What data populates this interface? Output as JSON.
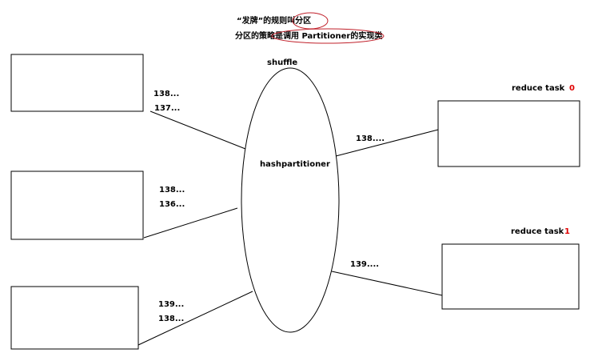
{
  "notes": {
    "line1_prefix": "“发牌”的规则叫",
    "line1_marked": "分区",
    "line2_prefix": "分区的策略是调用 ",
    "line2_marked": "Partitioner的实现类"
  },
  "shuffle": {
    "label": "shuffle",
    "partitioner": "hashpartitioner"
  },
  "map_outputs": [
    {
      "keys": [
        "138...",
        "137..."
      ]
    },
    {
      "keys": [
        "138...",
        "136..."
      ]
    },
    {
      "keys": [
        "139...",
        "138..."
      ]
    }
  ],
  "reduce_tasks": [
    {
      "label": "reduce task",
      "index": "0",
      "incoming_key": "138...."
    },
    {
      "label": "reduce task",
      "index": "1",
      "incoming_key": "139...."
    }
  ],
  "colors": {
    "index": "#e00000",
    "annotation": "#c0202a"
  }
}
